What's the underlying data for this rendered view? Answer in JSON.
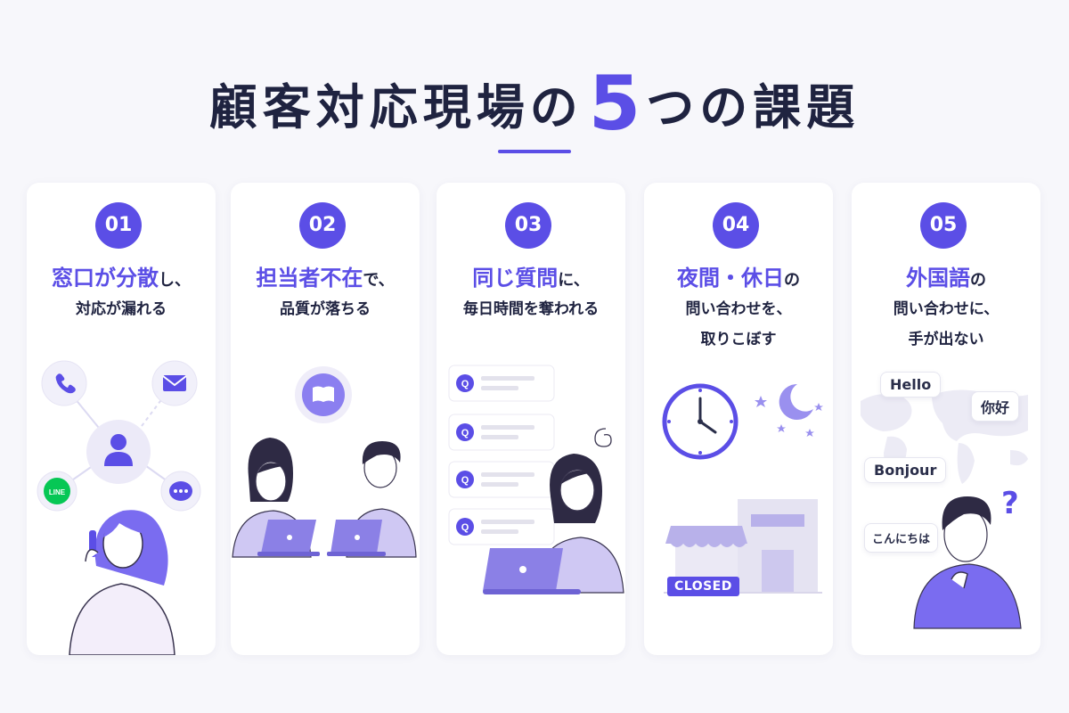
{
  "title": {
    "prefix": "顧客対応現場の",
    "number": "5",
    "suffix": "つの課題"
  },
  "cards": [
    {
      "num": "01",
      "highlight": "窓口が分散",
      "rest": "し、",
      "line2": "対応が漏れる",
      "line3": ""
    },
    {
      "num": "02",
      "highlight": "担当者不在",
      "rest": "で、",
      "line2": "品質が落ちる",
      "line3": ""
    },
    {
      "num": "03",
      "highlight": "同じ質問",
      "rest": "に、",
      "line2": "毎日時間を奪われる",
      "line3": ""
    },
    {
      "num": "04",
      "highlight": "夜間・休日",
      "rest": "の",
      "line2": "問い合わせを、",
      "line3": "取りこぼす"
    },
    {
      "num": "05",
      "highlight": "外国語",
      "rest": "の",
      "line2": "問い合わせに、",
      "line3": "手が出ない"
    }
  ],
  "illustrations": {
    "card1": {
      "line_label": "LINE"
    },
    "card3": {
      "q_label": "Q"
    },
    "card4": {
      "closed_label": "CLOSED"
    },
    "card5": {
      "greetings": [
        "Hello",
        "你好",
        "Bonjour",
        "こんにちは"
      ],
      "question_mark": "?"
    }
  },
  "colors": {
    "accent": "#5b4ee6",
    "text": "#1f2340",
    "light": "#e8e6fb",
    "line_green": "#06c755"
  },
  "icons": [
    "phone-icon",
    "mail-icon",
    "user-icon",
    "line-icon",
    "chat-icon",
    "book-icon",
    "laptop-icon",
    "clock-icon",
    "moon-icon",
    "star-icon",
    "shop-icon",
    "world-map-icon"
  ]
}
